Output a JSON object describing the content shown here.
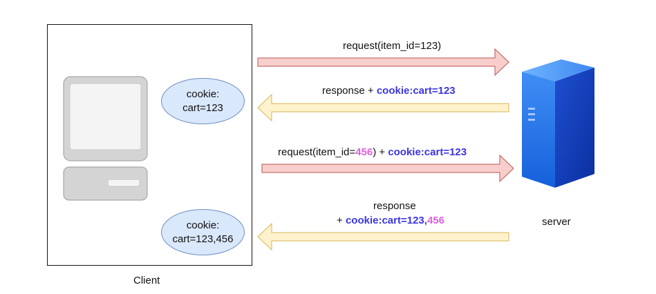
{
  "client": {
    "label": "Client"
  },
  "server": {
    "label": "server"
  },
  "cookie_store_1": {
    "line1": "cookie:",
    "line2": "cart=123"
  },
  "cookie_store_2": {
    "line1": "cookie:",
    "line2": "cart=123,456"
  },
  "messages": {
    "m1": {
      "text": "request(item_id=123)"
    },
    "m2": {
      "prefix": "response + ",
      "cookie": "cookie:cart=123"
    },
    "m3": {
      "part1": "request(item_id=",
      "id": "456",
      "part2": ") + ",
      "cookie": "cookie:cart=123"
    },
    "m4": {
      "line1": "response",
      "plus": "+ ",
      "cookie": "cookie:cart=123,",
      "id": "456"
    }
  },
  "colors": {
    "request_arrow_fill": "#f8cecc",
    "request_arrow_stroke": "#b85450",
    "response_arrow_fill": "#fff2cc",
    "response_arrow_stroke": "#d6b656",
    "cookie_fill": "#dae8fc",
    "cookie_stroke": "#6c8ebf",
    "cookie_text": "#3b35e0",
    "new_item_text": "#e060dc"
  },
  "icons": {
    "client": "desktop-computer-icon",
    "server": "server-tower-icon"
  }
}
